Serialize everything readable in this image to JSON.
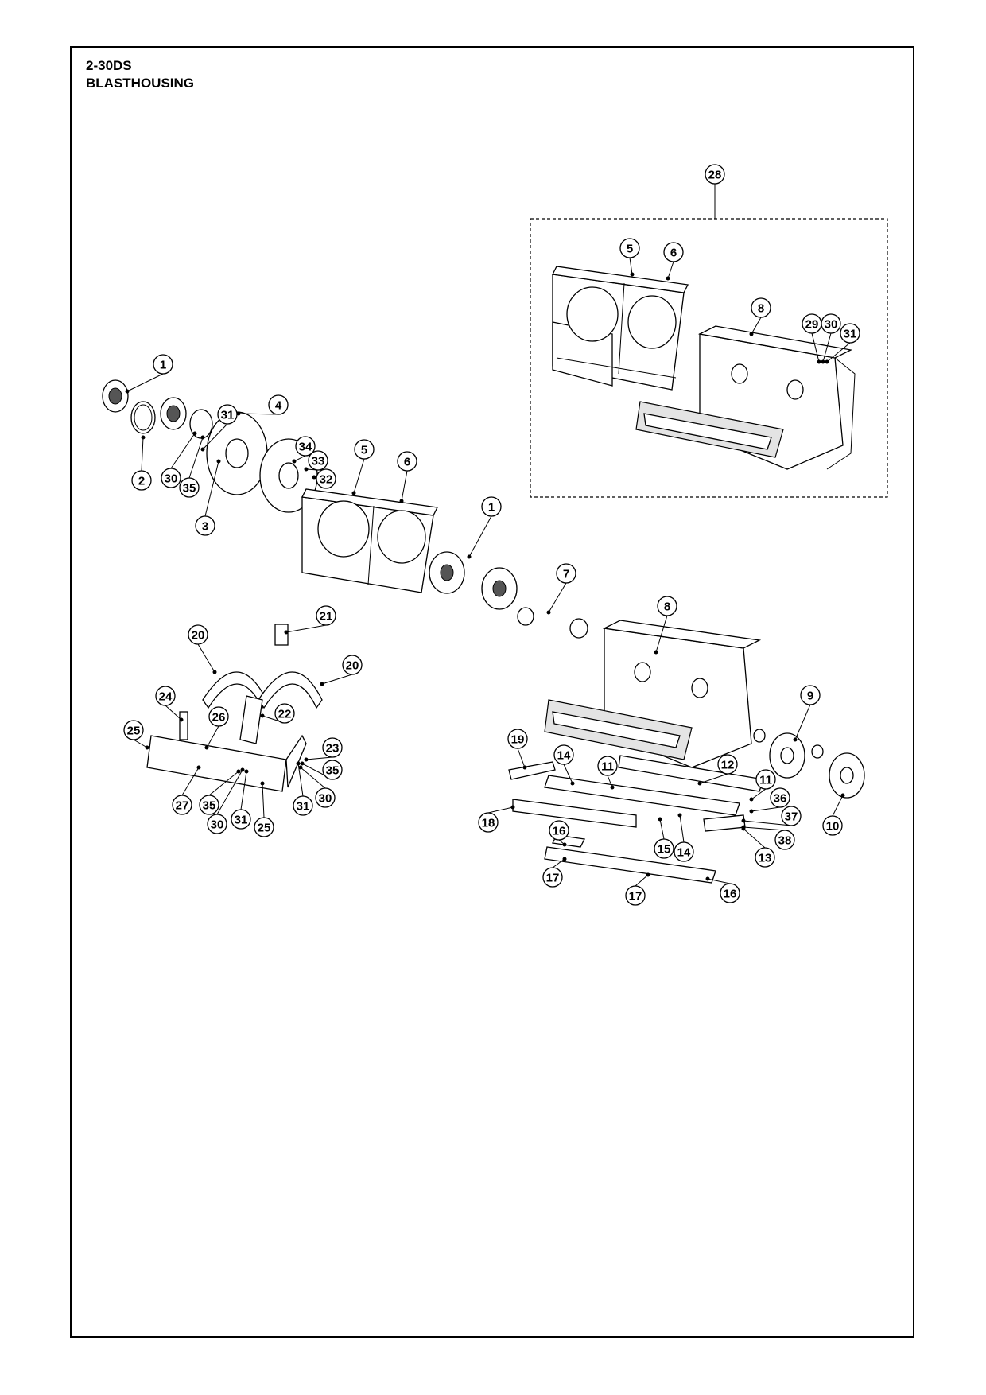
{
  "document": {
    "model": "2-30DS",
    "section_title": "BLASTHOUSING"
  },
  "callouts": [
    {
      "label": "28"
    },
    {
      "label": "5"
    },
    {
      "label": "6"
    },
    {
      "label": "8"
    },
    {
      "label": "29"
    },
    {
      "label": "30"
    },
    {
      "label": "31"
    },
    {
      "label": "1"
    },
    {
      "label": "2"
    },
    {
      "label": "31"
    },
    {
      "label": "30"
    },
    {
      "label": "35"
    },
    {
      "label": "4"
    },
    {
      "label": "34"
    },
    {
      "label": "33"
    },
    {
      "label": "32"
    },
    {
      "label": "3"
    },
    {
      "label": "5"
    },
    {
      "label": "6"
    },
    {
      "label": "1"
    },
    {
      "label": "7"
    },
    {
      "label": "21"
    },
    {
      "label": "20"
    },
    {
      "label": "20"
    },
    {
      "label": "24"
    },
    {
      "label": "26"
    },
    {
      "label": "22"
    },
    {
      "label": "25"
    },
    {
      "label": "23"
    },
    {
      "label": "35"
    },
    {
      "label": "30"
    },
    {
      "label": "31"
    },
    {
      "label": "27"
    },
    {
      "label": "35"
    },
    {
      "label": "30"
    },
    {
      "label": "31"
    },
    {
      "label": "25"
    },
    {
      "label": "8"
    },
    {
      "label": "9"
    },
    {
      "label": "10"
    },
    {
      "label": "19"
    },
    {
      "label": "14"
    },
    {
      "label": "11"
    },
    {
      "label": "12"
    },
    {
      "label": "11"
    },
    {
      "label": "36"
    },
    {
      "label": "37"
    },
    {
      "label": "38"
    },
    {
      "label": "13"
    },
    {
      "label": "18"
    },
    {
      "label": "15"
    },
    {
      "label": "14"
    },
    {
      "label": "16"
    },
    {
      "label": "17"
    },
    {
      "label": "17"
    },
    {
      "label": "16"
    }
  ]
}
